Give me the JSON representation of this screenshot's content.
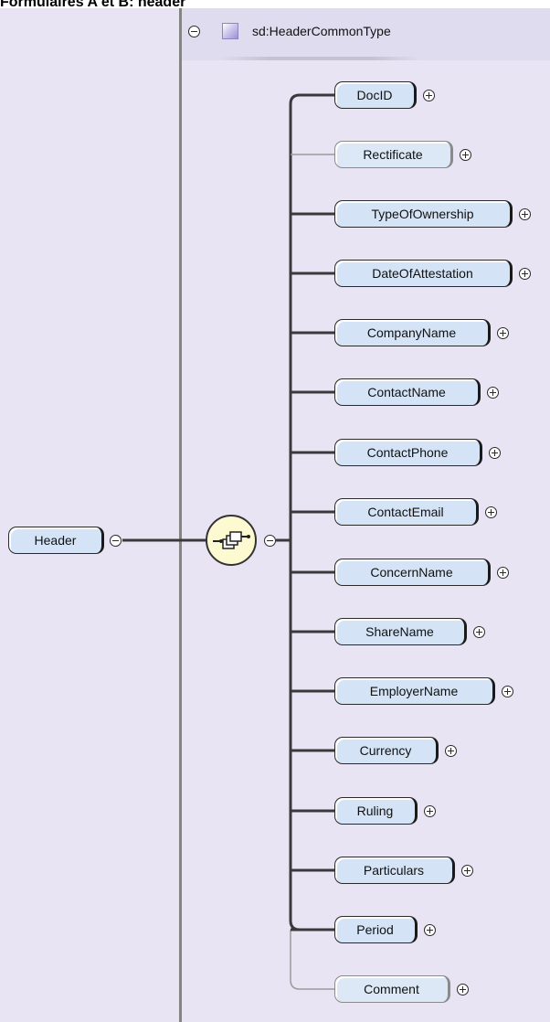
{
  "title": "Formulaires A et B: header",
  "type_name": "sd:HeaderCommonType",
  "root_element": "Header",
  "children": [
    {
      "name": "DocID",
      "optional": false
    },
    {
      "name": "Rectificate",
      "optional": true
    },
    {
      "name": "TypeOfOwnership",
      "optional": false
    },
    {
      "name": "DateOfAttestation",
      "optional": false
    },
    {
      "name": "CompanyName",
      "optional": false
    },
    {
      "name": "ContactName",
      "optional": false
    },
    {
      "name": "ContactPhone",
      "optional": false
    },
    {
      "name": "ContactEmail",
      "optional": false
    },
    {
      "name": "ConcernName",
      "optional": false
    },
    {
      "name": "ShareName",
      "optional": false
    },
    {
      "name": "EmployerName",
      "optional": false
    },
    {
      "name": "Currency",
      "optional": false
    },
    {
      "name": "Ruling",
      "optional": false
    },
    {
      "name": "Particulars",
      "optional": false
    },
    {
      "name": "Period",
      "optional": false
    },
    {
      "name": "Comment",
      "optional": true
    }
  ],
  "icons": {
    "collapse": "minus-circle-icon",
    "expand": "plus-circle-icon",
    "type": "complex-type-icon",
    "compositor": "sequence-icon"
  },
  "colors": {
    "canvas": "#e8e4f4",
    "node_fill": "#d4e4f6",
    "compositor_fill": "#fdfad2",
    "line": "#3a3a3a",
    "optional_line": "#9a9a9a"
  }
}
